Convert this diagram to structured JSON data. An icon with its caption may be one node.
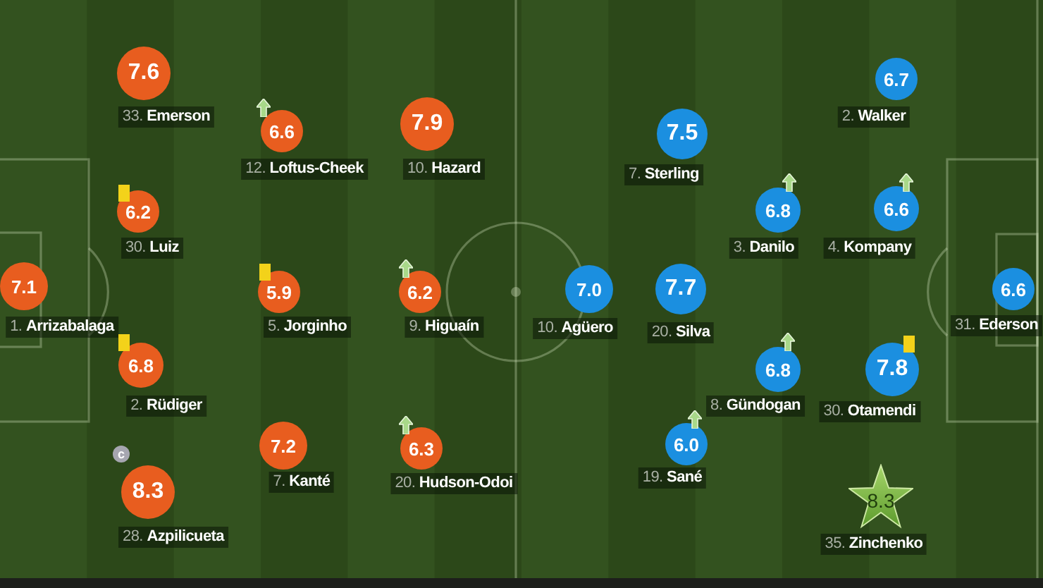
{
  "diagram": {
    "nodes": [
      {
        "text": [
          "7.1"
        ],
        "beside": [
          "1. **Arrizabalaga**"
        ]
      },
      {
        "text": [
          "7.6"
        ],
        "beside": [
          "33. **Emerson**"
        ]
      },
      {
        "text": [
          "6.2"
        ],
        "beside": [
          "30. **Luiz**"
        ]
      },
      {
        "text": [
          "6.8"
        ],
        "beside": [
          "2. **Rüdiger**"
        ]
      },
      {
        "text": [
          "8.3"
        ],
        "beside": [
          "c",
          "28. **Azpilicueta**"
        ]
      },
      {
        "text": [
          "6.6"
        ],
        "beside": [
          "12. **Loftus-Cheek**"
        ]
      },
      {
        "text": [
          "5.9"
        ],
        "beside": [
          "5. **Jorginho**"
        ]
      },
      {
        "text": [
          "7.2"
        ],
        "beside": [
          "7. **Kanté**"
        ]
      },
      {
        "text": [
          "7.9"
        ],
        "beside": [
          "10. **Hazard**"
        ]
      },
      {
        "text": [
          "6.2"
        ],
        "beside": [
          "9. **Higuaín**"
        ]
      },
      {
        "text": [
          "6.3"
        ],
        "beside": [
          "20. **Hudson-Odoi**"
        ]
      },
      {
        "text": [
          "7.0"
        ],
        "beside": [
          "10. **Agüero**"
        ]
      },
      {
        "text": [
          "7.5"
        ],
        "beside": [
          "7. **Sterling**"
        ]
      },
      {
        "text": [
          "7.7"
        ],
        "beside": [
          "20. **Silva**"
        ]
      },
      {
        "text": [
          "6.0"
        ],
        "beside": [
          "19. **Sané**"
        ]
      },
      {
        "text": [
          "6.8"
        ],
        "beside": [
          "3. **Danilo**"
        ]
      },
      {
        "text": [
          "6.8"
        ],
        "beside": [
          "8. **Gündogan**"
        ]
      },
      {
        "text": [
          "6.7"
        ],
        "beside": [
          "2. **Walker**"
        ]
      },
      {
        "text": [
          "6.6"
        ],
        "beside": [
          "4. **Kompany**"
        ]
      },
      {
        "text": [
          "7.8"
        ],
        "beside": [
          "30. **Otamendi**"
        ]
      },
      {
        "text": [
          "8.3"
        ],
        "beside": [
          "35. **Zinchenko**"
        ]
      },
      {
        "text": [
          "6.6"
        ],
        "beside": [
          "31. **Ederson**"
        ]
      }
    ]
  }
}
